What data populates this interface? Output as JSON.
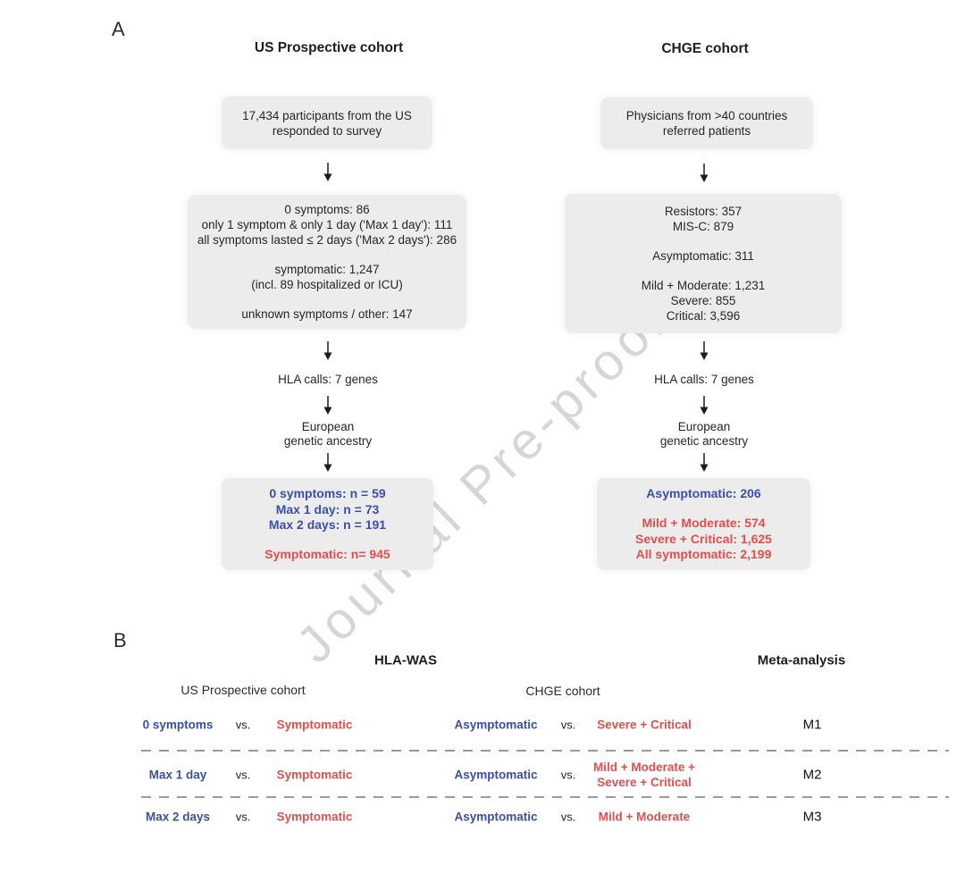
{
  "watermark": "Journal Pre-proof",
  "colors": {
    "blue": "#3a4fa8",
    "red": "#e14f4c",
    "box_background": "#ececec",
    "text": "#262626",
    "watermark": "#b5b5b5",
    "dashed_divider": "#9a9a9a"
  },
  "panel_a": {
    "label": "A",
    "us": {
      "title": "US Prospective cohort",
      "box1": [
        "17,434 participants from the US",
        "responded to survey"
      ],
      "box2_group1": [
        "0 symptoms: 86",
        "only 1 symptom & only 1 day ('Max 1 day'): 111",
        "all symptoms lasted ≤ 2 days ('Max 2 days'): 286"
      ],
      "box2_group2": [
        "symptomatic: 1,247",
        "(incl. 89 hospitalized or ICU)"
      ],
      "box2_group3": [
        "unknown symptoms / other: 147"
      ],
      "hla": "HLA calls: 7 genes",
      "ancestry": [
        "European",
        "genetic ancestry"
      ],
      "box3_blue": [
        "0 symptoms: n = 59",
        "Max 1 day: n = 73",
        "Max 2 days: n = 191"
      ],
      "box3_red": [
        "Symptomatic: n= 945"
      ]
    },
    "chge": {
      "title": "CHGE cohort",
      "box1": [
        "Physicians from >40 countries",
        "referred patients"
      ],
      "box2_group1": [
        "Resistors: 357",
        "MIS-C: 879"
      ],
      "box2_group2": [
        "Asymptomatic: 311"
      ],
      "box2_group3": [
        "Mild + Moderate: 1,231",
        "Severe: 855",
        "Critical: 3,596"
      ],
      "hla": "HLA calls: 7 genes",
      "ancestry": [
        "European",
        "genetic ancestry"
      ],
      "box3_blue": [
        "Asymptomatic: 206"
      ],
      "box3_red": [
        "Mild + Moderate: 574",
        "Severe + Critical: 1,625",
        "All symptomatic: 2,199"
      ]
    }
  },
  "panel_b": {
    "label": "B",
    "headers": {
      "hla_was": "HLA-WAS",
      "meta": "Meta-analysis"
    },
    "subheaders": {
      "us": "US Prospective cohort",
      "chge": "CHGE cohort"
    },
    "vs": "vs.",
    "rows": [
      {
        "us_left": "0 symptoms",
        "us_right": "Symptomatic",
        "chge_left": "Asymptomatic",
        "chge_right": [
          "Severe + Critical"
        ],
        "meta": "M1"
      },
      {
        "us_left": "Max 1 day",
        "us_right": "Symptomatic",
        "chge_left": "Asymptomatic",
        "chge_right": [
          "Mild + Moderate +",
          "Severe + Critical"
        ],
        "meta": "M2"
      },
      {
        "us_left": "Max 2 days",
        "us_right": "Symptomatic",
        "chge_left": "Asymptomatic",
        "chge_right": [
          "Mild + Moderate"
        ],
        "meta": "M3"
      }
    ]
  }
}
